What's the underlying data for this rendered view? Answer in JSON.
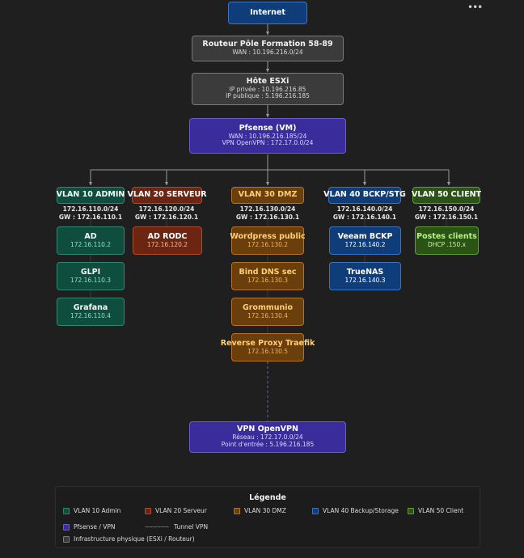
{
  "nodes": {
    "internet": {
      "title": "Internet"
    },
    "routeur": {
      "title": "Routeur Pôle Formation 58-89",
      "sub1": "WAN : 10.196.216.0/24"
    },
    "esxi": {
      "title": "Hôte ESXi",
      "sub1": "IP privée : 10.196.216.85",
      "sub2": "IP publique : 5.196.216.185"
    },
    "pfsense": {
      "title": "Pfsense (VM)",
      "sub1": "WAN : 10.196.216.185/24",
      "sub2": "VPN OpenVPN : 172.17.0.0/24"
    },
    "vpn": {
      "title": "VPN OpenVPN",
      "sub1": "Réseau : 172.17.0.0/24",
      "sub2": "Point d'entrée : 5.196.216.185"
    }
  },
  "vlans": [
    {
      "label": "VLAN 10 ADMIN",
      "network": "172.16.110.0/24",
      "gateway": "GW : 172.16.110.1",
      "hosts": [
        {
          "name": "AD",
          "ip": "172.16.110.2"
        },
        {
          "name": "GLPI",
          "ip": "172.16.110.3"
        },
        {
          "name": "Grafana",
          "ip": "172.16.110.4"
        }
      ]
    },
    {
      "label": "VLAN 20 SERVEUR",
      "network": "172.16.120.0/24",
      "gateway": "GW : 172.16.120.1",
      "hosts": [
        {
          "name": "AD RODC",
          "ip": "172.16.120.2"
        }
      ]
    },
    {
      "label": "VLAN 30 DMZ",
      "network": "172.16.130.0/24",
      "gateway": "GW : 172.16.130.1",
      "hosts": [
        {
          "name": "Wordpress public",
          "ip": "172.16.130.2"
        },
        {
          "name": "Bind DNS sec",
          "ip": "172.16.130.3"
        },
        {
          "name": "Grommunio",
          "ip": "172.16.130.4"
        },
        {
          "name": "Reverse Proxy Traefik",
          "ip": "172.16.130.5"
        }
      ]
    },
    {
      "label": "VLAN 40 BCKP/STG",
      "network": "172.16.140.0/24",
      "gateway": "GW : 172.16.140.1",
      "hosts": [
        {
          "name": "Veeam BCKP",
          "ip": "172.16.140.2"
        },
        {
          "name": "TrueNAS",
          "ip": "172.16.140.3"
        }
      ]
    },
    {
      "label": "VLAN 50 CLIENT",
      "network": "172.16.150.0/24",
      "gateway": "GW : 172.16.150.1",
      "hosts": [
        {
          "name": "Postes clients",
          "ip": "DHCP .150.x"
        }
      ]
    }
  ],
  "legend": {
    "title": "Légende",
    "items": [
      {
        "label": "VLAN 10 Admin",
        "color": "#0f4d3f"
      },
      {
        "label": "VLAN 20 Serveur",
        "color": "#6b2510"
      },
      {
        "label": "VLAN 30 DMZ",
        "color": "#6a3f0b"
      },
      {
        "label": "VLAN 40 Backup/Storage",
        "color": "#0f3d7a"
      },
      {
        "label": "VLAN 50 Client",
        "color": "#2c5316"
      },
      {
        "label": "Pfsense / VPN",
        "color": "#3a2c9a"
      },
      {
        "label": "Tunnel VPN",
        "color": "#6a5fcf"
      },
      {
        "label": "Infrastructure physique (ESXi / Routeur)",
        "color": "#3b3b3b"
      }
    ]
  }
}
